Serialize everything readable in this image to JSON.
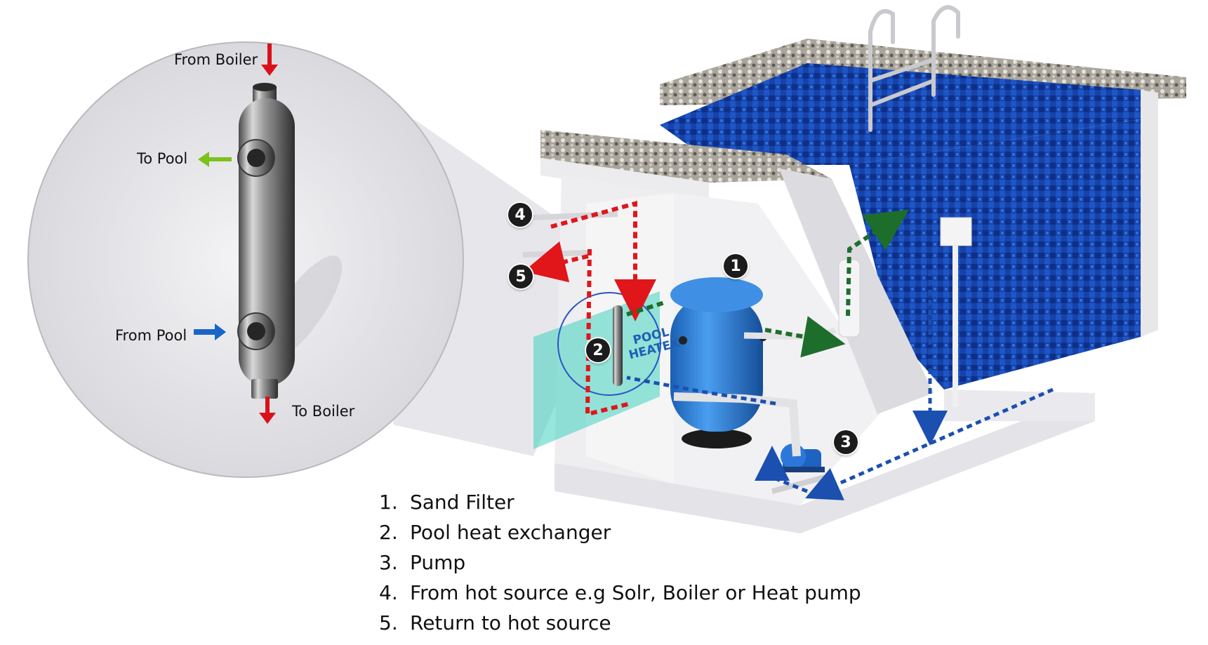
{
  "detail_labels": {
    "from_boiler": "From Boiler",
    "to_pool": "To Pool",
    "from_pool": "From Pool",
    "to_boiler": "To Boiler"
  },
  "badges": [
    "1",
    "2",
    "3",
    "4",
    "5"
  ],
  "product_text": [
    "POOL",
    "HEATEX"
  ],
  "legend": [
    {
      "num": "1.",
      "text": "Sand Filter"
    },
    {
      "num": "2.",
      "text": "Pool heat exchanger"
    },
    {
      "num": "3.",
      "text": "Pump"
    },
    {
      "num": "4.",
      "text": "From hot source e.g Solr, Boiler or Heat pump"
    },
    {
      "num": "5.",
      "text": "Return to hot source"
    }
  ],
  "colors": {
    "hot_flow": "#e0161b",
    "pool_flow": "#1b4fb0",
    "to_pool_flow": "#1d6e2b",
    "to_pool_arrow": "#7cc21d",
    "from_pool_arrow": "#1a64c8",
    "pool_water": "#1742a8",
    "filter_blue": "#2f7fd6"
  },
  "icons": [
    "arrow-down-icon",
    "arrow-left-icon",
    "arrow-right-icon",
    "ladder-icon",
    "pipe-icon"
  ]
}
